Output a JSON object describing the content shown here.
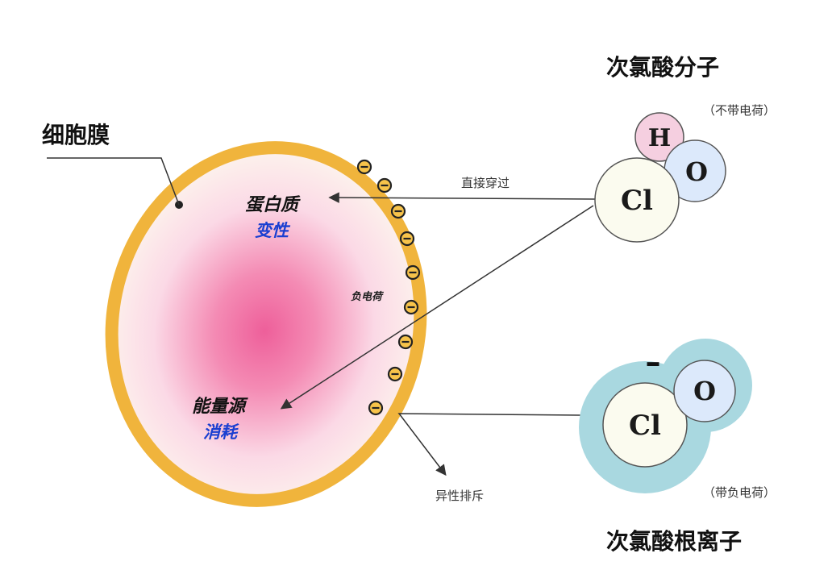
{
  "labels": {
    "membrane": "细胞膜",
    "hocl_title": "次氯酸分子",
    "hocl_note": "（不带电荷）",
    "ocl_title": "次氯酸根离子",
    "ocl_note": "（带负电荷）",
    "protein": "蛋白质",
    "denature": "变性",
    "energy": "能量源",
    "consume": "消耗",
    "neg_charge": "负电荷",
    "pass_through": "直接穿过",
    "repel": "异性排斥"
  },
  "hocl_atoms": {
    "h": "H",
    "o": "O",
    "cl": "Cl"
  },
  "ocl_atoms": {
    "o": "O",
    "cl": "Cl",
    "charge": "–"
  },
  "minus_symbol": "⊖",
  "colors": {
    "membrane": "#f0b43c",
    "cell_center": "#ee5f9a",
    "cell_fill": "#fdf8ee",
    "ion_halo": "#a9d8e0",
    "atom_fill": "#fbfbef",
    "h_fill": "#f5cfe0",
    "o_fill": "#dce9fb",
    "label_blue": "#1a3fd1"
  }
}
